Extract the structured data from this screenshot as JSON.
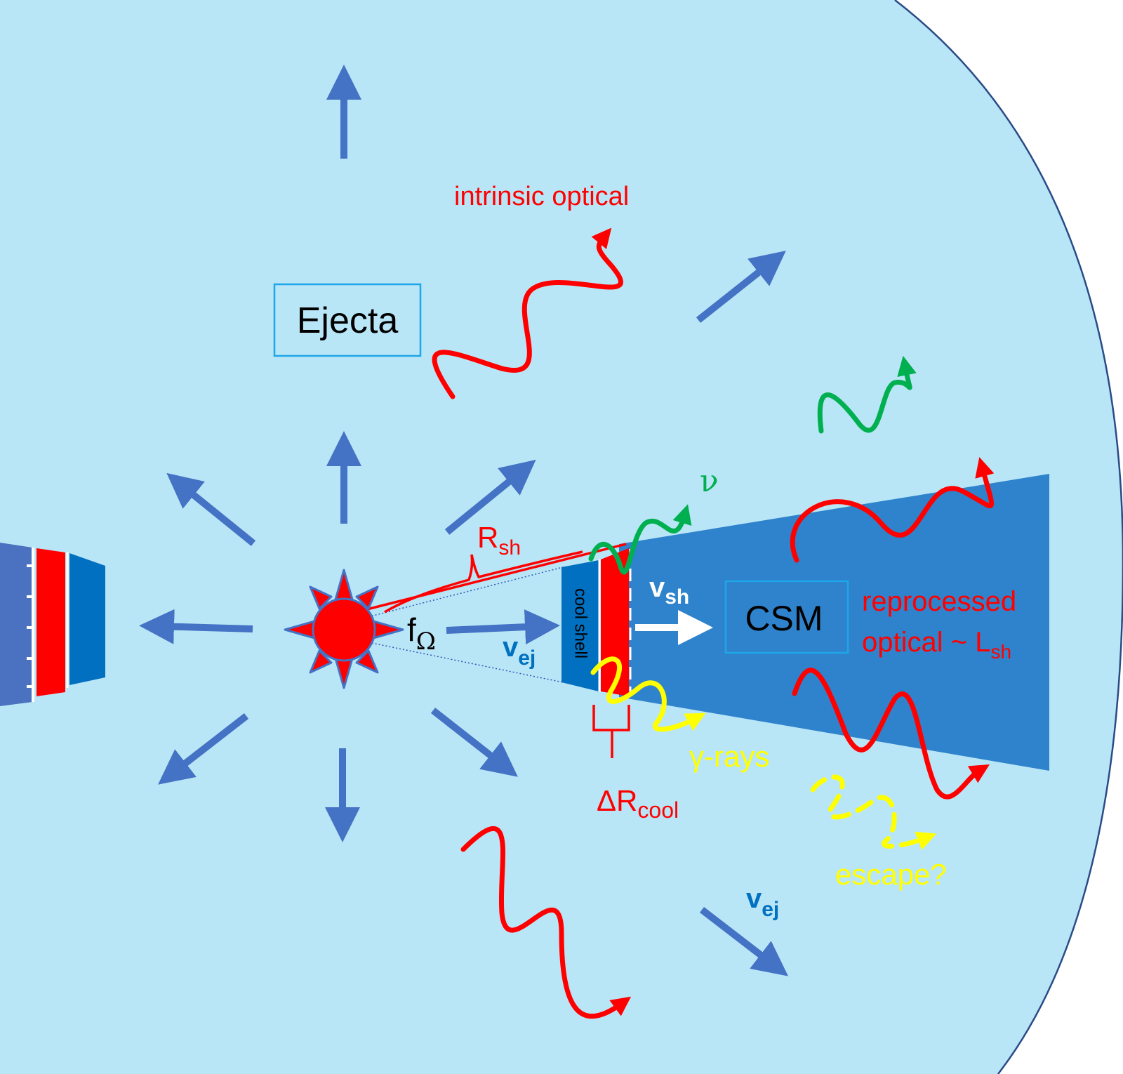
{
  "colors": {
    "ejecta_bg": "#b9e6f6",
    "boundary": "#2a4b86",
    "arrow": "#4472c4",
    "csm": "#2f83cc",
    "shell_dark": "#0270c0",
    "shell_left": "#4a72c0",
    "red": "#ff0000",
    "green": "#00b050",
    "yellow": "#ffff00",
    "label_blue": "#0070c0",
    "box_border": "#1ea6e8",
    "white": "#ffffff"
  },
  "labels": {
    "ejecta": "Ejecta",
    "csm": "CSM",
    "intrinsic_optical": "intrinsic optical",
    "reprocessed_line1": "reprocessed",
    "reprocessed_line2": "optical ~ L",
    "reprocessed_sub": "sh",
    "r_sh": "R",
    "r_sh_sub": "sh",
    "v_sh": "v",
    "v_sh_sub": "sh",
    "v_ej": "v",
    "v_ej_sub": "ej",
    "v_ej2": "v",
    "v_ej2_sub": "ej",
    "f_omega": "f",
    "f_omega_sub": "Ω",
    "nu": "ν",
    "gamma_rays": "γ-rays",
    "delta_r": "ΔR",
    "delta_r_sub": "cool",
    "cool_shell": "cool shell",
    "escape": "escape?"
  }
}
